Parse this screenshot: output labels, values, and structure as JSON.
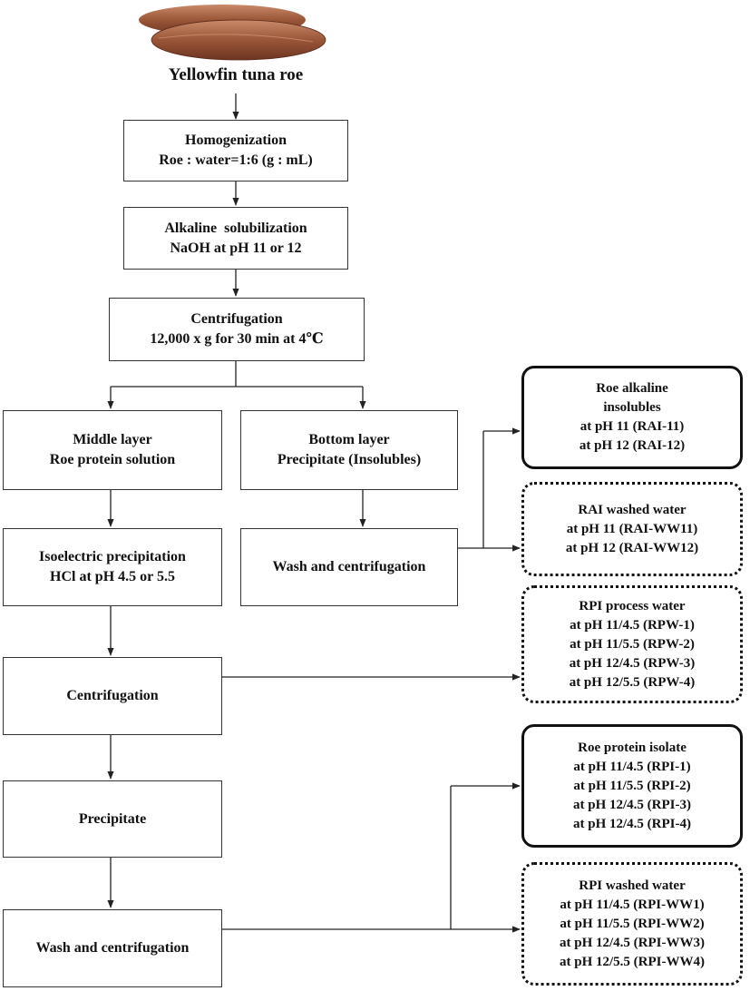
{
  "source": {
    "label": "Yellowfin tuna roe"
  },
  "steps": {
    "homogenization": {
      "line1": "Homogenization",
      "line2": "Roe : water=1:6 (g : mL)"
    },
    "alkaline": {
      "line1": "Alkaline  solubilization",
      "line2": "NaOH at pH 11 or 12"
    },
    "centrifugation1": {
      "line1": "Centrifugation",
      "line2": "12,000 x g for 30 min at 4℃"
    },
    "middle_layer": {
      "line1": "Middle layer",
      "line2": "Roe protein solution"
    },
    "bottom_layer": {
      "line1": "Bottom layer",
      "line2": "Precipitate (Insolubles)"
    },
    "isoelectric": {
      "line1": "Isoelectric precipitation",
      "line2": "HCl at pH 4.5 or 5.5"
    },
    "wash1": {
      "line1": "Wash and centrifugation"
    },
    "centrifugation2": {
      "line1": "Centrifugation"
    },
    "precipitate": {
      "line1": "Precipitate"
    },
    "wash2": {
      "line1": "Wash and centrifugation"
    }
  },
  "outputs": {
    "rai": {
      "lines": [
        "Roe alkaline",
        "insolubles",
        "at pH 11 (RAI-11)",
        "at pH 12 (RAI-12)"
      ]
    },
    "rai_ww": {
      "lines": [
        "RAI washed water",
        "at pH 11 (RAI-WW11)",
        "at pH 12 (RAI-WW12)"
      ]
    },
    "rpw": {
      "lines": [
        "RPI process water",
        "at pH 11/4.5 (RPW-1)",
        "at pH 11/5.5 (RPW-2)",
        "at pH 12/4.5 (RPW-3)",
        "at pH 12/5.5 (RPW-4)"
      ]
    },
    "rpi": {
      "lines": [
        "Roe protein isolate",
        "at pH 11/4.5 (RPI-1)",
        "at pH 11/5.5 (RPI-2)",
        "at pH 12/4.5 (RPI-3)",
        "at pH 12/4.5 (RPI-4)"
      ]
    },
    "rpi_ww": {
      "lines": [
        "RPI washed water",
        "at pH 11/4.5 (RPI-WW1)",
        "at pH 11/5.5 (RPI-WW2)",
        "at pH 12/4.5 (RPI-WW3)",
        "at pH 12/5.5 (RPI-WW4)"
      ]
    }
  }
}
